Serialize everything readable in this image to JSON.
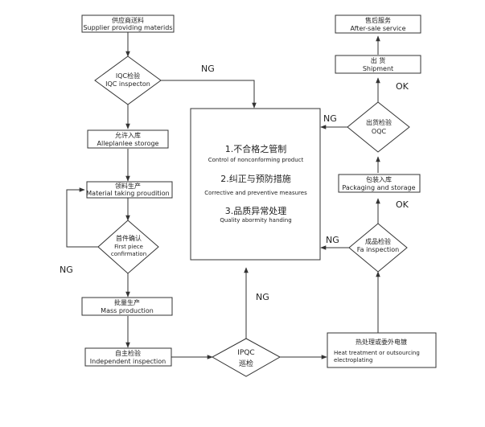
{
  "colors": {
    "line": "#333333",
    "text": "#1e1e1e",
    "background": "#ffffff"
  },
  "nodes": {
    "supplier": {
      "zh": "供应商送料",
      "en": "Supplier providing materids"
    },
    "iqc": {
      "zh": "IQC检验",
      "en": "IQC inspecton"
    },
    "storage": {
      "zh": "允许入库",
      "en": "Alleplanlee storoge"
    },
    "material_taking": {
      "zh": "领料生产",
      "en": "Material taking proudition"
    },
    "first_piece": {
      "zh": "首件确认",
      "en1": "First piece",
      "en2": "confirmation"
    },
    "mass_production": {
      "zh": "批量生产",
      "en": "Mass production"
    },
    "independent": {
      "zh": "自主检验",
      "en": "Independent inspection"
    },
    "ipqc": {
      "line1": "IPQC",
      "line2": "巡检"
    },
    "heat_treatment": {
      "zh": "热处理或委外电镀",
      "en1": "Heat treatment or outsourcing",
      "en2": "electroplating"
    },
    "fa_inspection": {
      "zh": "成品检验",
      "en": "Fa inspection"
    },
    "packaging": {
      "zh": "包装入库",
      "en": "Packaging and storage"
    },
    "oqc": {
      "zh": "出货检验",
      "en": "OQC"
    },
    "shipment": {
      "zh": "出 货",
      "en": "Shipment"
    },
    "after_sale": {
      "zh": "售后服务",
      "en": "After-sale service"
    }
  },
  "center": {
    "items": [
      {
        "zh": "1.不合格之管制",
        "en": "Control of nonconforming product"
      },
      {
        "zh": "2.纠正与预防措施",
        "en": "Corrective and preventive measures"
      },
      {
        "zh": "3.品质异常处理",
        "en": "Quality abormity handing"
      }
    ]
  },
  "labels": {
    "ng_iqc": "NG",
    "ng_oqc": "NG",
    "ng_fa": "NG",
    "ng_first_piece": "NG",
    "ng_ipqc": "NG",
    "ok_oqc": "OK",
    "ok_fa": "OK"
  }
}
